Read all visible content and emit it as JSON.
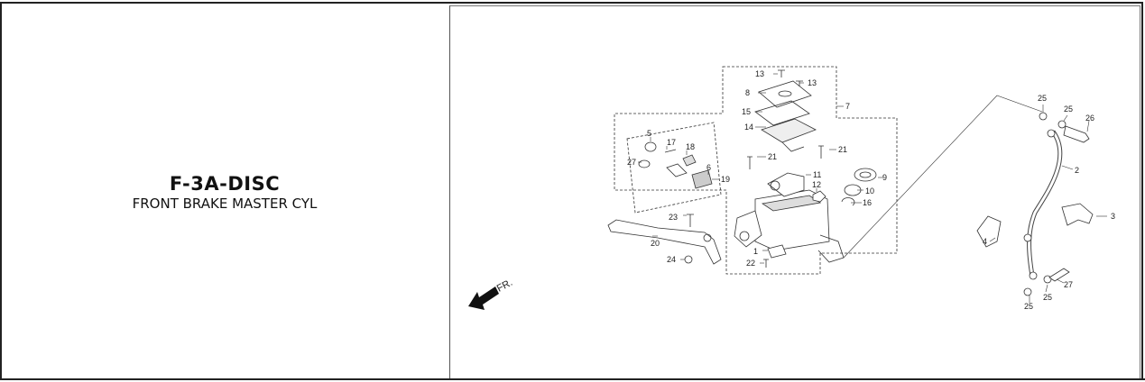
{
  "title": {
    "code": "F-3A-DISC",
    "name": "FRONT BRAKE MASTER CYL"
  },
  "diagram": {
    "direction_label": "FR.",
    "callouts": [
      {
        "id": "13a",
        "text": "13"
      },
      {
        "id": "13b",
        "text": "13"
      },
      {
        "id": "8",
        "text": "8"
      },
      {
        "id": "15",
        "text": "15"
      },
      {
        "id": "14",
        "text": "14"
      },
      {
        "id": "7",
        "text": "7"
      },
      {
        "id": "5",
        "text": "5"
      },
      {
        "id": "17",
        "text": "17"
      },
      {
        "id": "18",
        "text": "18"
      },
      {
        "id": "27a",
        "text": "27"
      },
      {
        "id": "6",
        "text": "6"
      },
      {
        "id": "19",
        "text": "19"
      },
      {
        "id": "21a",
        "text": "21"
      },
      {
        "id": "21b",
        "text": "21"
      },
      {
        "id": "11",
        "text": "11"
      },
      {
        "id": "9",
        "text": "9"
      },
      {
        "id": "12",
        "text": "12"
      },
      {
        "id": "10",
        "text": "10"
      },
      {
        "id": "16",
        "text": "16"
      },
      {
        "id": "23",
        "text": "23"
      },
      {
        "id": "20",
        "text": "20"
      },
      {
        "id": "1",
        "text": "1"
      },
      {
        "id": "22",
        "text": "22"
      },
      {
        "id": "24",
        "text": "24"
      },
      {
        "id": "25a",
        "text": "25"
      },
      {
        "id": "25b",
        "text": "25"
      },
      {
        "id": "26",
        "text": "26"
      },
      {
        "id": "2",
        "text": "2"
      },
      {
        "id": "3",
        "text": "3"
      },
      {
        "id": "4",
        "text": "4"
      },
      {
        "id": "27b",
        "text": "27"
      },
      {
        "id": "25c",
        "text": "25"
      },
      {
        "id": "25d",
        "text": "25"
      }
    ]
  }
}
